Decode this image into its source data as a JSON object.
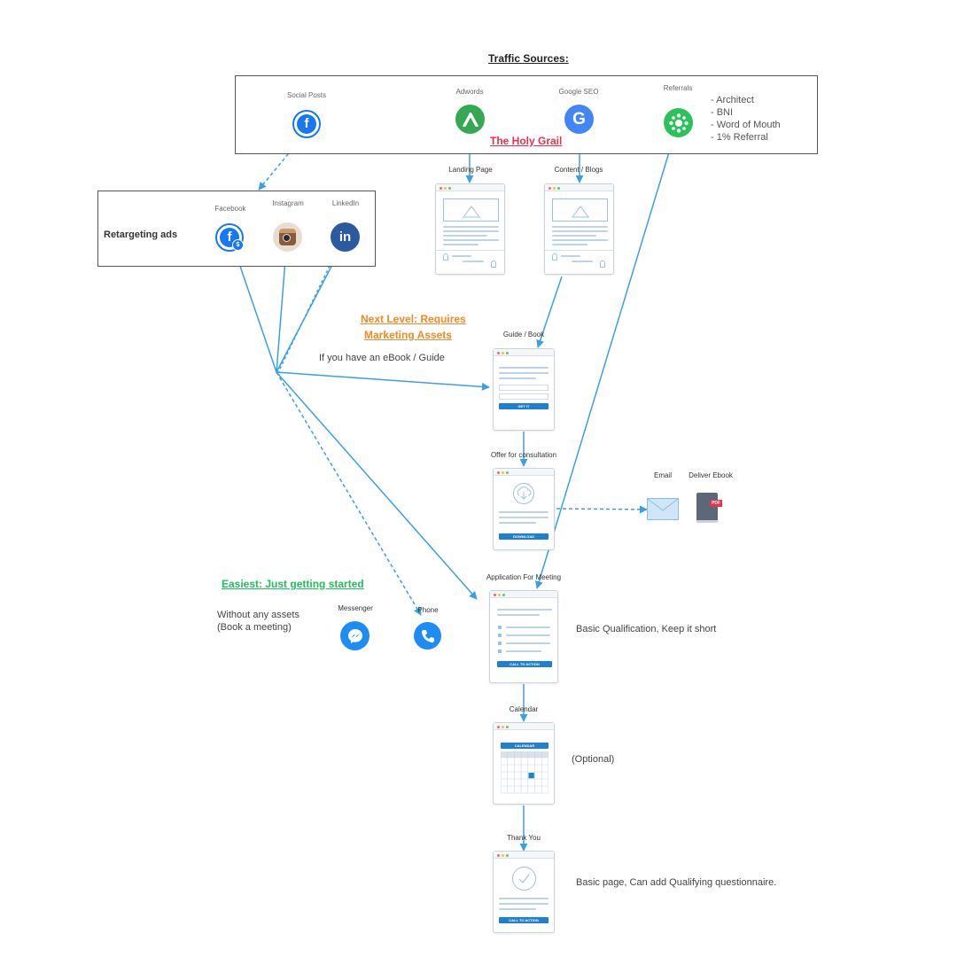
{
  "title": "Traffic Sources:",
  "traffic_sources": {
    "social_posts": "Social Posts",
    "adwords": "Adwords",
    "google_seo": "Google SEO",
    "referrals": "Referrals",
    "referral_list": [
      "- Architect",
      "- BNI",
      "- Word of Mouth",
      "- 1% Referral"
    ]
  },
  "holy_grail": "The Holy Grail",
  "retargeting": {
    "title": "Retargeting ads",
    "facebook": "Facebook",
    "instagram": "Instagram",
    "linkedin": "LinkedIn"
  },
  "pages": {
    "landing_page": "Landing Page",
    "content_blogs": "Content / Blogs",
    "guide_book": "Guide / Book",
    "offer": "Offer for consultation",
    "application": "Application For Meeting",
    "calendar": "Calendar",
    "thank_you": "Thank You"
  },
  "buttons": {
    "get_it": "GET IT",
    "download": "DOWNLOAD",
    "cta": "CALL TO ACTION",
    "calendar": "CALENDAR"
  },
  "next_level": [
    "Next Level: Requires",
    "Marketing Assets"
  ],
  "ebook_note": "If you have an eBook / Guide",
  "deliver": {
    "email": "Email",
    "deliver_ebook": "Deliver Ebook",
    "pdf": "PDF"
  },
  "easiest": {
    "title": "Easiest: Just getting started",
    "note": [
      "Without any assets",
      "(Book a meeting)"
    ],
    "messenger": "Messenger",
    "phone": "Phone"
  },
  "notes": {
    "application": "Basic Qualification, Keep it short",
    "calendar": "(Optional)",
    "thank_you": "Basic page, Can add Qualifying questionnaire."
  },
  "colors": {
    "connector": "#3aa0e6",
    "holy_grail": "#e8334a",
    "next_level": "#f08a24",
    "easiest": "#1fbf5a",
    "facebook": "#1877f2",
    "linkedin": "#0a66c2",
    "adwords": "#34a853",
    "google": "#4285f4"
  }
}
